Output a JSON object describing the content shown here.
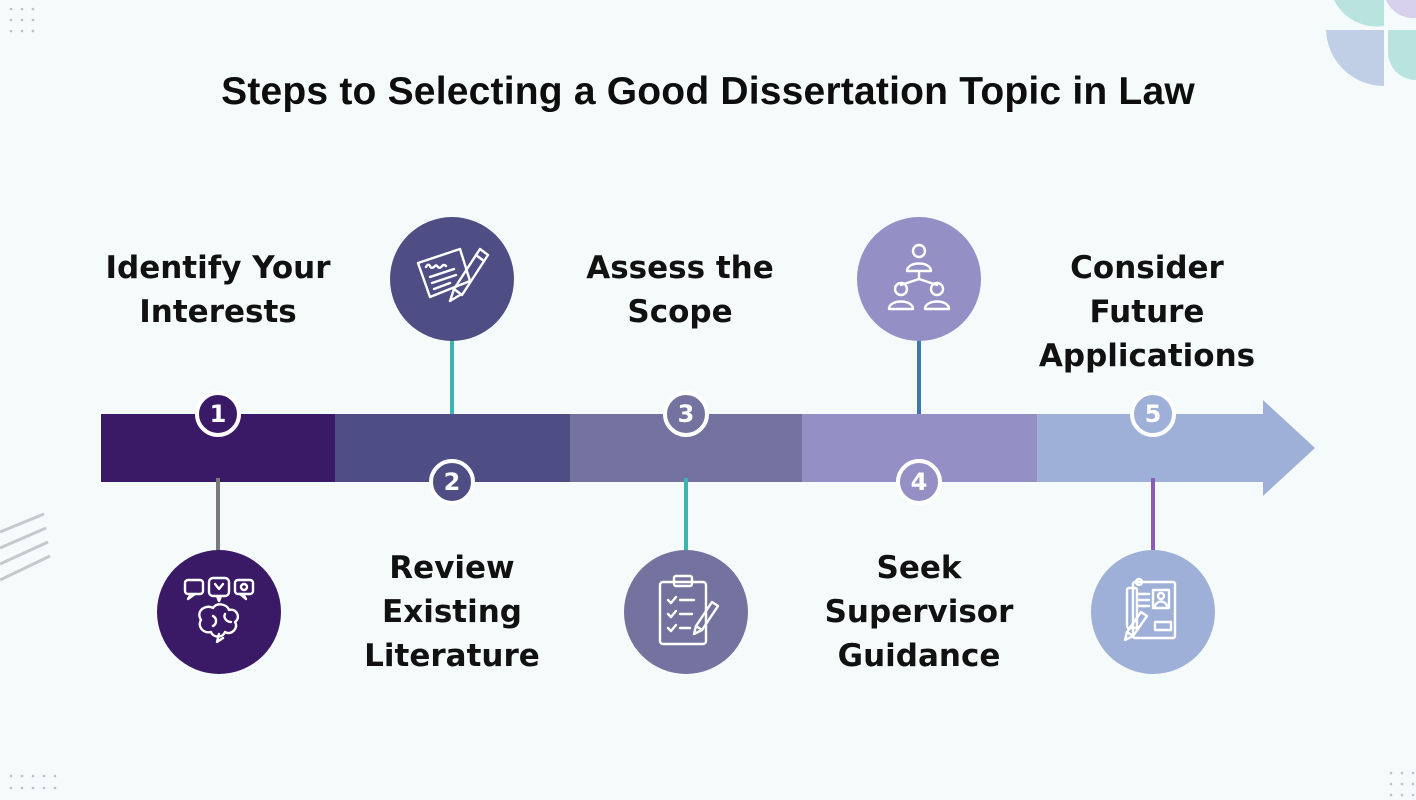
{
  "title": "Steps to Selecting a Good Dissertation Topic in Law",
  "colors": {
    "step1": "#3a1a66",
    "step2": "#4e4e85",
    "step3": "#74739f",
    "step4": "#9490c5",
    "step5": "#9fb0d8",
    "background": "#f5fbfb"
  },
  "steps": [
    {
      "number": "1",
      "label_line1": "Identify Your",
      "label_line2": "Interests",
      "label_line3": "",
      "icon": "brain-ideas-icon"
    },
    {
      "number": "2",
      "label_line1": "Review",
      "label_line2": "Existing",
      "label_line3": "Literature",
      "icon": "review-document-pen-icon"
    },
    {
      "number": "3",
      "label_line1": "Assess the",
      "label_line2": "Scope",
      "label_line3": "",
      "icon": "clipboard-checklist-icon"
    },
    {
      "number": "4",
      "label_line1": "Seek",
      "label_line2": "Supervisor",
      "label_line3": "Guidance",
      "icon": "people-hierarchy-icon"
    },
    {
      "number": "5",
      "label_line1": "Consider",
      "label_line2": "Future",
      "label_line3": "Applications",
      "icon": "profile-document-pencil-icon"
    }
  ]
}
